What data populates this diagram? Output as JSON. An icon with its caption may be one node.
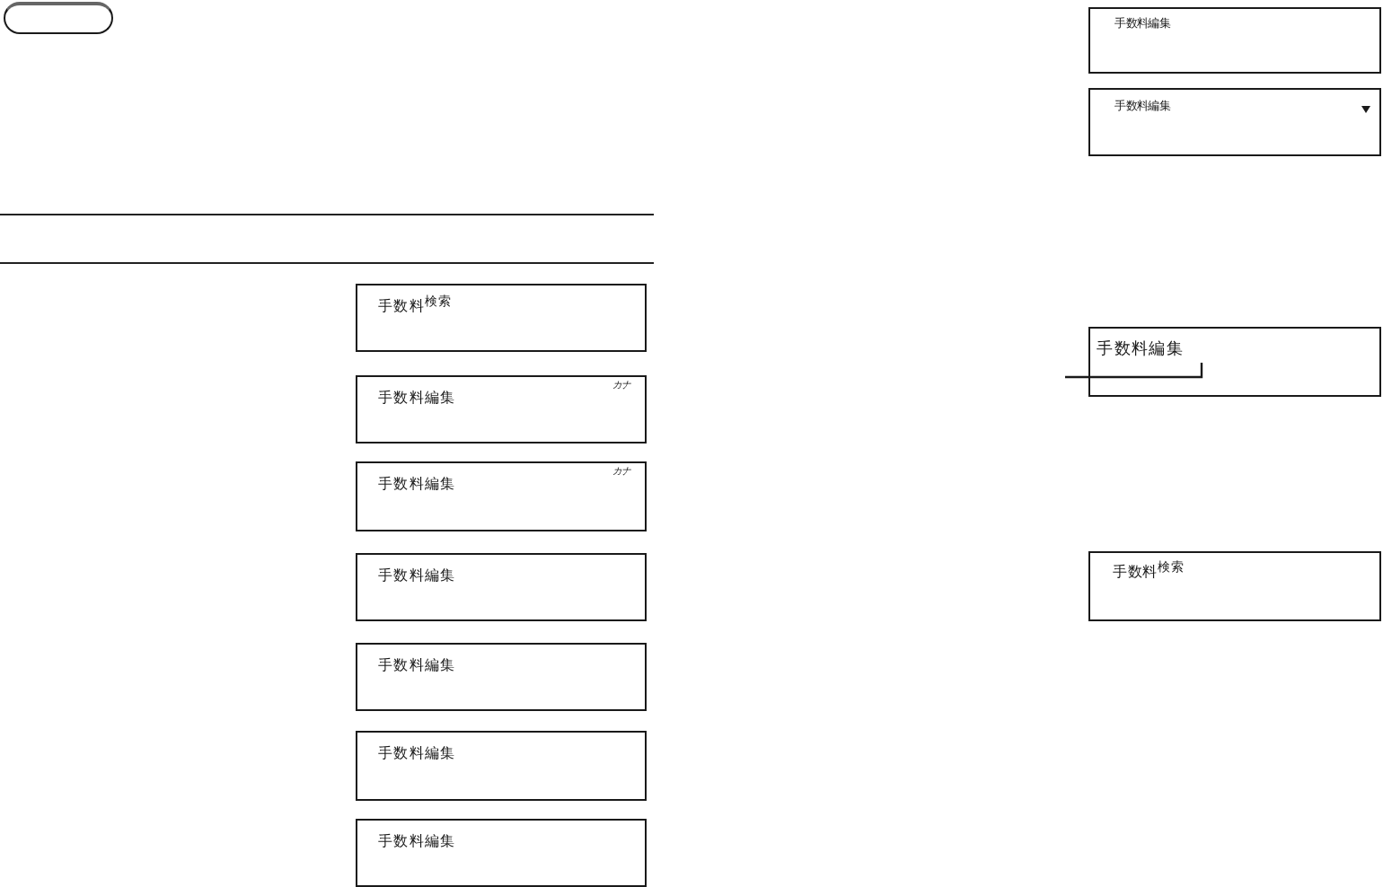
{
  "diagram": {
    "nodes": [
      {
        "text": [
          "手数料$^{検索}$"
        ]
      },
      {
        "text": [
          "手数料編集",
          "カナ"
        ]
      },
      {
        "text": [
          "手数料編集",
          "カナ"
        ]
      },
      {
        "text": [
          "手数料編集"
        ]
      },
      {
        "text": [
          "手数料編集"
        ]
      },
      {
        "text": [
          "手数料編集"
        ]
      },
      {
        "text": [
          "手数料編集"
        ]
      },
      {
        "text": [
          "手数料編集"
        ]
      },
      {
        "text": [
          "手数料編集"
        ]
      },
      {
        "text": [
          "手数料編集"
        ]
      },
      {
        "text": [
          "手数料$^{検索}$"
        ]
      }
    ],
    "edges": [
      {
        "from": null,
        "to": 9,
        "arrow": "none"
      }
    ]
  }
}
